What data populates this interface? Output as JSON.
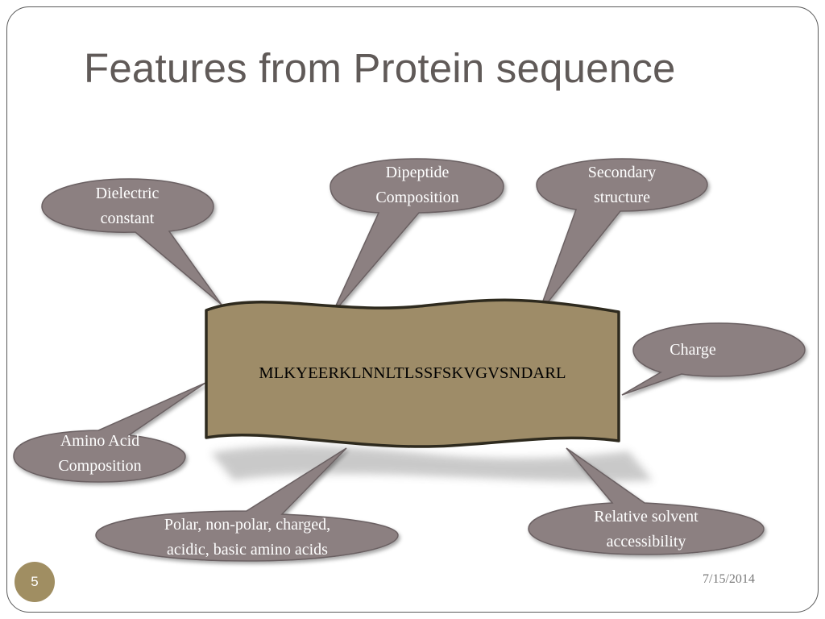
{
  "slide": {
    "title": "Features from Protein sequence",
    "page_number": "5",
    "date": "7/15/2014"
  },
  "diagram": {
    "sequence": "MLKYEERKLNNLTLSSFSKVGVSNDARL",
    "callouts": [
      {
        "id": "dielectric",
        "line1": "Dielectric",
        "line2": "constant"
      },
      {
        "id": "dipeptide",
        "line1": "Dipeptide",
        "line2": "Composition"
      },
      {
        "id": "secondary",
        "line1": "Secondary",
        "line2": "structure"
      },
      {
        "id": "charge",
        "line1": "Charge",
        "line2": ""
      },
      {
        "id": "amino-acid",
        "line1": "Amino Acid",
        "line2": "Composition"
      },
      {
        "id": "polar",
        "line1": "Polar, non-polar, charged,",
        "line2": "acidic, basic amino acids"
      },
      {
        "id": "solvent",
        "line1": "Relative solvent",
        "line2": "accessibility"
      }
    ]
  },
  "colors": {
    "callout_fill": "#8c8081",
    "callout_stroke": "#6a6062",
    "banner_fill": "#9e8c68",
    "banner_stroke": "#2e2a1e",
    "badge": "#a08e62"
  }
}
